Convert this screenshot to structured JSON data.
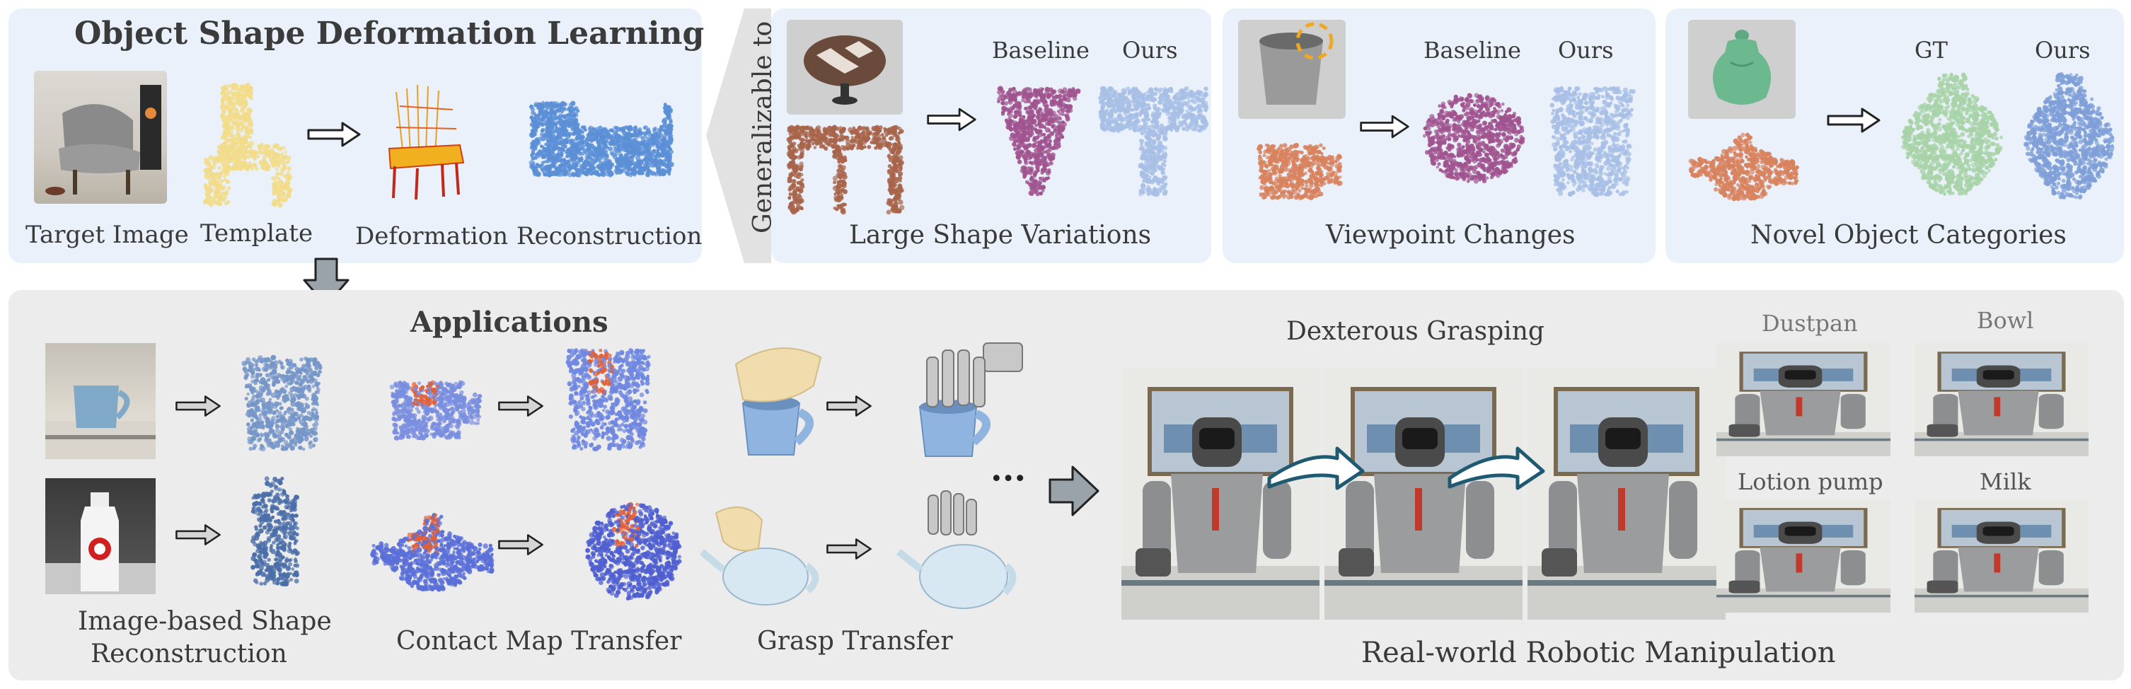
{
  "deformation": {
    "title": "Object Shape Deformation Learning",
    "labels": [
      "Target Image",
      "Template",
      "Deformation",
      "Reconstruction"
    ]
  },
  "generalizable": {
    "label": "Generalizable to",
    "large_shape": {
      "baseline": "Baseline",
      "ours": "Ours",
      "caption": "Large Shape Variations"
    },
    "viewpoint": {
      "baseline": "Baseline",
      "ours": "Ours",
      "caption": "Viewpoint Changes"
    },
    "novel": {
      "gt": "GT",
      "ours": "Ours",
      "caption": "Novel Object Categories"
    }
  },
  "applications": {
    "title": "Applications",
    "shape_recon_caption": "Image-based Shape Reconstruction",
    "shape_recon_lines": [
      "Image-based Shape",
      "Reconstruction"
    ],
    "contact_caption": "Contact Map Transfer",
    "grasp_caption": "Grasp Transfer",
    "ellipsis": "···"
  },
  "robotic": {
    "dexterous_title": "Dexterous Grasping",
    "caption": "Real-world Robotic Manipulation",
    "objects": [
      "Dustpan",
      "Bowl",
      "Lotion pump",
      "Milk"
    ]
  },
  "colors": {
    "blue_panel": "#eaf1fa",
    "gray_panel": "#ececec",
    "points_blue": "#5b8fd6",
    "points_yellow": "#f2dc8a",
    "points_brown": "#a8644a",
    "points_purple": "#a0548f",
    "points_orange": "#d8825e",
    "points_green": "#a8d3a8",
    "points_lightblue": "#a8bfe6"
  }
}
